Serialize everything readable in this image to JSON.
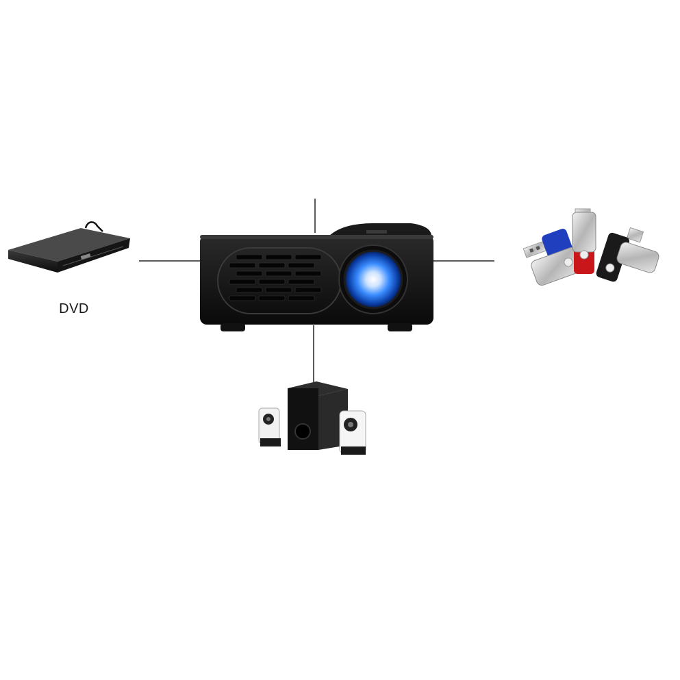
{
  "labels": {
    "dvd": "DVD"
  },
  "devices": [
    {
      "icon": "projector-icon",
      "role": "center"
    },
    {
      "icon": "dvd-player-icon",
      "role": "left"
    },
    {
      "icon": "usb-flash-drives-icon",
      "role": "right"
    },
    {
      "icon": "speakers-icon",
      "role": "bottom"
    }
  ],
  "colors": {
    "background": "#ffffff",
    "projector_body": "#111111",
    "lens_glow": "#3a8cff",
    "usb_blue": "#1f3fbf",
    "usb_red": "#c8161b",
    "usb_black": "#1a1a1a",
    "usb_metal": "#c9c9c9",
    "connector_line": "#222222"
  }
}
